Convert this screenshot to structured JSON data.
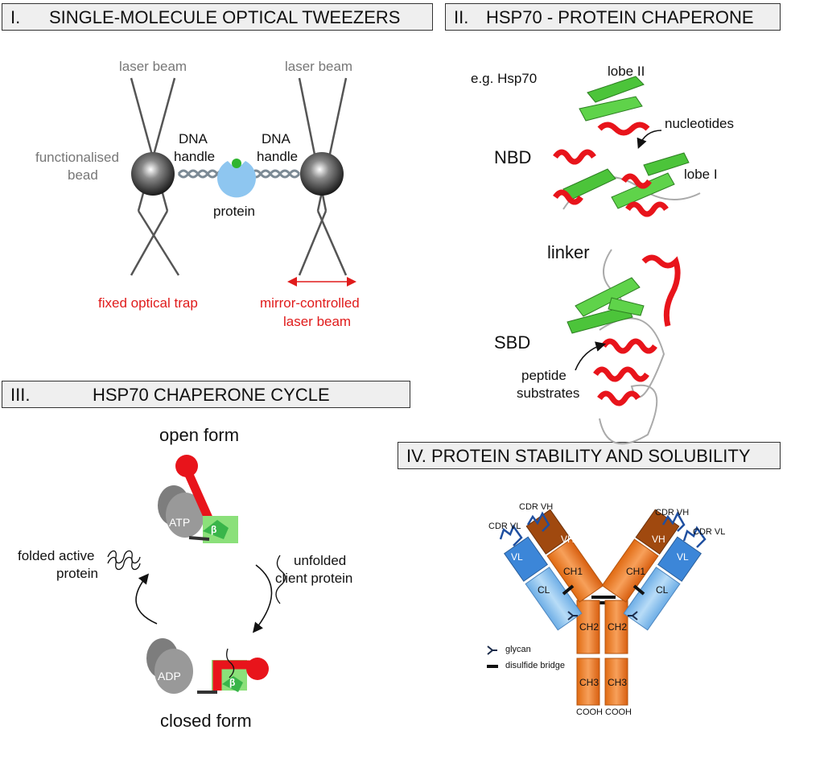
{
  "panels": {
    "p1": {
      "num": "I.",
      "title": "SINGLE-MOLECULE OPTICAL TWEEZERS"
    },
    "p2": {
      "num": "II.",
      "title": "HSP70 - PROTEIN CHAPERONE"
    },
    "p3": {
      "num": "III.",
      "title": "HSP70 CHAPERONE CYCLE"
    },
    "p4": {
      "title": "IV. PROTEIN STABILITY AND SOLUBILITY"
    }
  },
  "tweezers": {
    "laser_left": "laser beam",
    "laser_right": "laser beam",
    "bead": [
      "functionalised",
      "bead"
    ],
    "dna_left": [
      "DNA",
      "handle"
    ],
    "dna_right": [
      "DNA",
      "handle"
    ],
    "protein": "protein",
    "fixed_trap": "fixed optical trap",
    "mirror": [
      "mirror-controlled",
      "laser beam"
    ]
  },
  "hsp70": {
    "example": "e.g. Hsp70",
    "lobe2": "lobe II",
    "nucleotides": "nucleotides",
    "nbd": "NBD",
    "lobe1": "lobe I",
    "linker": "linker",
    "sbd": "SBD",
    "peptide": [
      "peptide",
      "substrates"
    ]
  },
  "cycle": {
    "open": "open form",
    "atp": "ATP",
    "adp": "ADP",
    "folded": [
      "folded active",
      "protein"
    ],
    "unfolded": [
      "unfolded",
      "client protein"
    ],
    "closed": "closed form",
    "beta_top": "β",
    "beta_bottom": "β"
  },
  "antibody": {
    "cdr_vh_l": "CDR VH",
    "cdr_vl_l": "CDR VL",
    "cdr_vh_r": "CDR VH",
    "cdr_vl_r": "CDR VL",
    "vh": "VH",
    "vl": "VL",
    "ch1": "CH1",
    "cl": "CL",
    "ch2": "CH2",
    "ch3": "CH3",
    "cooh": "COOH",
    "legend_glycan": "glycan",
    "legend_disulfide": "disulfide bridge"
  },
  "colors": {
    "red_label": "#e01b1b",
    "protein_blue": "#8ec6f0",
    "green": "#39b54a",
    "light_green": "#8be07a",
    "hsp_red": "#e8141b",
    "orange": "#f07f21",
    "brown": "#a0490f",
    "light_blue": "#8fc4ee",
    "mid_blue": "#3c86d8",
    "grey": "#8a8a8a"
  }
}
